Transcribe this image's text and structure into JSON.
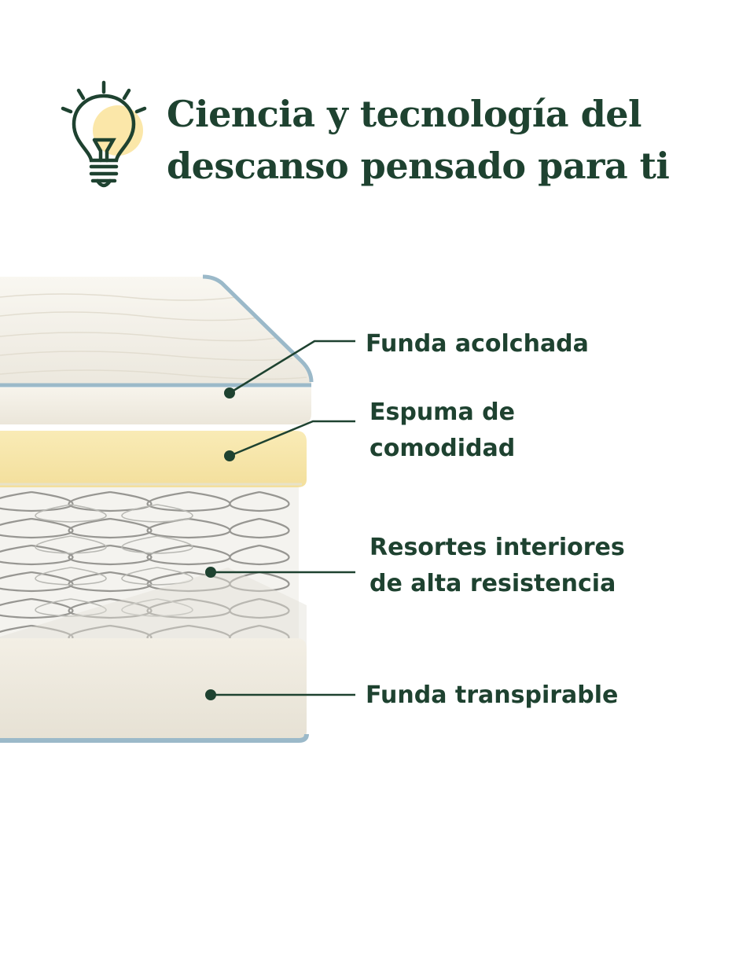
{
  "header": {
    "title_line1": "Ciencia y tecnología del",
    "title_line2": "descanso pensado para ti",
    "icon": "lightbulb-icon"
  },
  "layers": [
    {
      "id": "funda-acolchada",
      "lines": [
        "Funda acolchada"
      ]
    },
    {
      "id": "espuma-comodidad",
      "lines": [
        "Espuma de",
        "comodidad"
      ]
    },
    {
      "id": "resortes",
      "lines": [
        "Resortes interiores",
        "de alta resistencia"
      ]
    },
    {
      "id": "funda-transpirable",
      "lines": [
        "Funda transpirable"
      ]
    }
  ],
  "colors": {
    "text": "#1e4230",
    "piping": "#9bb9c9",
    "foam": "#f7e6a8",
    "fabric": "#f6f3ea",
    "spring": "#8d8d88",
    "bulb_glow": "#fbe7a9"
  }
}
